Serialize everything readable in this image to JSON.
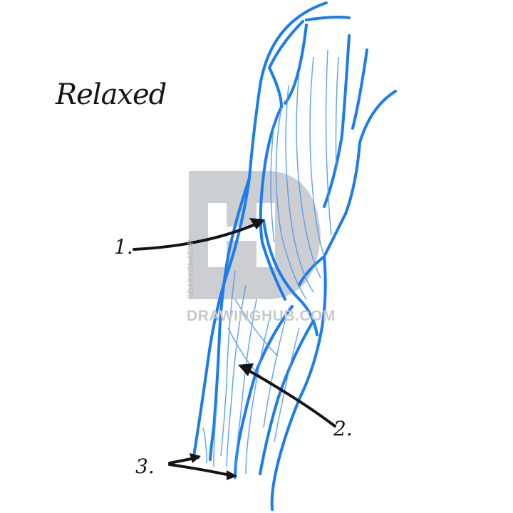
{
  "title": "Relaxed",
  "labels": [
    {
      "id": 1,
      "text": "1."
    },
    {
      "id": 2,
      "text": "2."
    },
    {
      "id": 3,
      "text": "3."
    }
  ],
  "watermark": {
    "site": "DRAWINGHUB.COM",
    "credit": "©DARKONATOR"
  },
  "colors": {
    "stroke": "#1a7cf0",
    "stroke_light": "#6fb0f7",
    "ink": "#141414",
    "watermark": "#c8c9cc"
  }
}
